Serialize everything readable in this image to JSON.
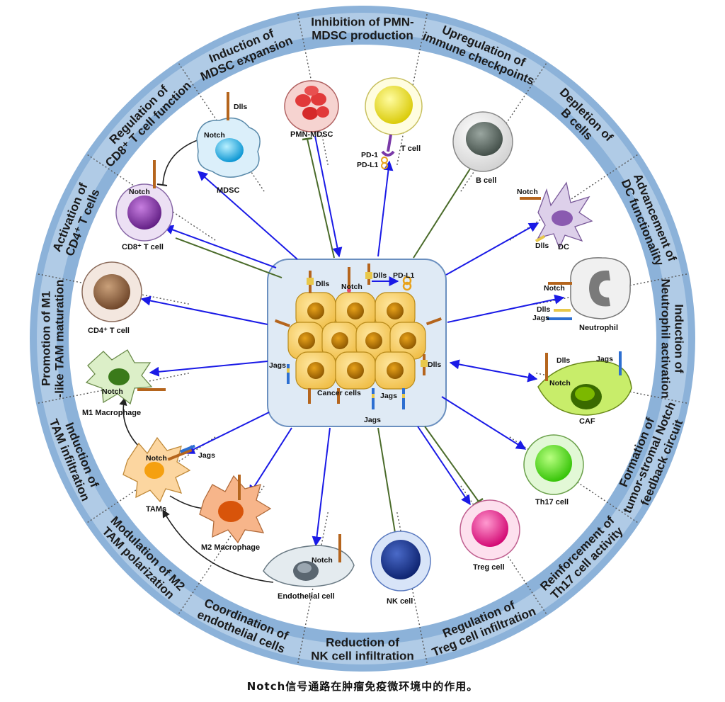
{
  "caption": "Notch信号通路在肿瘤免疫微环境中的作用。",
  "colors": {
    "ring": "#7fa8d4",
    "ring_light": "#dce9f5",
    "center_box": "#dfeaf5",
    "arrow_blue": "#1a1ae6",
    "inhibit_green": "#4a6b2a",
    "cancer_cell": "#f5cc6a",
    "nucleus": "#c8860a"
  },
  "ring_labels": [
    {
      "lines": [
        "Inhibition of PMN-",
        "MDSC production"
      ]
    },
    {
      "lines": [
        "Upregulation of",
        "immune checkpoints"
      ]
    },
    {
      "lines": [
        "Depletion of",
        "B cells"
      ]
    },
    {
      "lines": [
        "Advancement of",
        "DC functionality"
      ]
    },
    {
      "lines": [
        "Induction of",
        "Neutrophil activation"
      ]
    },
    {
      "lines": [
        "Formation of",
        "tumor-stromal Notch",
        "feedback circuit"
      ]
    },
    {
      "lines": [
        "Reinforcement of",
        "Th17 cell activity"
      ]
    },
    {
      "lines": [
        "Regulation of",
        "Treg cell infiltration"
      ]
    },
    {
      "lines": [
        "Reduction of",
        "NK cell infiltration"
      ]
    },
    {
      "lines": [
        "Coordination of",
        "endothelial cells"
      ]
    },
    {
      "lines": [
        "Modulation of M2",
        "TAM polarization"
      ]
    },
    {
      "lines": [
        "Induction of",
        "TAM infiltration"
      ]
    },
    {
      "lines": [
        "Promotion of M1",
        "-like TAM maturation"
      ]
    },
    {
      "lines": [
        "Activation of",
        "CD4⁺ T cells"
      ]
    },
    {
      "lines": [
        "Regulation of",
        "CD8⁺ T cell function"
      ]
    },
    {
      "lines": [
        "Induction of",
        "MDSC expansion"
      ]
    }
  ],
  "center": {
    "cancer_cells": "Cancer cells",
    "dlls_1": "Dlls",
    "notch": "Notch",
    "dlls_2": "Dlls",
    "pdl1": "PD-L1",
    "jags_1": "Jags",
    "dlls_3": "Dlls",
    "jags_2": "Jags",
    "jags_3": "Jags"
  },
  "cells": {
    "pmn_mdsc": "PMN-MDSC",
    "t_cell": "T cell",
    "pd1": "PD-1",
    "pdl1": "PD-L1",
    "b_cell": "B cell",
    "dc": "DC",
    "dc_notch": "Notch",
    "dc_dlls": "Dlls",
    "neutrophil": "Neutrophil",
    "neut_notch": "Notch",
    "neut_dlls": "Dlls",
    "neut_jags": "Jags",
    "caf": "CAF",
    "caf_dlls": "Dlls",
    "caf_jags": "Jags",
    "caf_notch": "Notch",
    "th17": "Th17 cell",
    "treg": "Treg cell",
    "nk": "NK cell",
    "endothelial": "Endothelial cell",
    "endo_notch": "Notch",
    "m2": "M2 Macrophage",
    "tams": "TAMs",
    "tam_notch": "Notch",
    "tam_jags": "Jags",
    "m1": "M1 Macrophage",
    "m1_notch": "Notch",
    "cd4": "CD4⁺ T cell",
    "cd8": "CD8⁺ T cell",
    "cd8_notch": "Notch",
    "mdsc": "MDSC",
    "mdsc_notch": "Notch",
    "mdsc_dlls": "Dlls"
  }
}
